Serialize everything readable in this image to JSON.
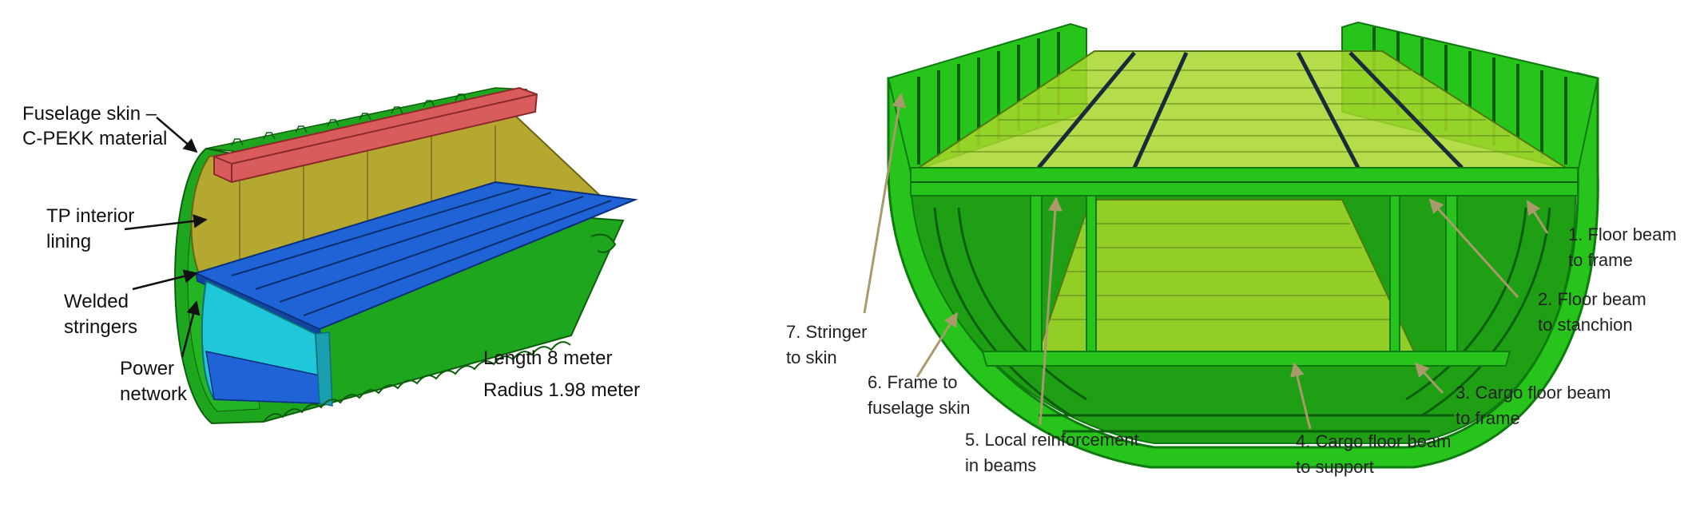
{
  "left_figure": {
    "labels": {
      "skin_line1": "Fuselage  skin  –",
      "skin_line2": "C-PEKK material",
      "lining_line1": "TP interior",
      "lining_line2": "lining",
      "stringers_line1": "Welded",
      "stringers_line2": "stringers",
      "power_line1": "Power",
      "power_line2": "network",
      "length": "Length 8 meter",
      "radius": "Radius 1.98 meter"
    },
    "colors": {
      "skin": "#1fa61f",
      "lining": "#b5a830",
      "floor": "#1f63d6",
      "duct": "#d95c5c",
      "cargo": "#20c7d8"
    }
  },
  "right_figure": {
    "labels": {
      "l1_line1": "1. Floor beam",
      "l1_line2": "to frame",
      "l2_line1": "2. Floor beam",
      "l2_line2": "to stanchion",
      "l3_line1": "3. Cargo floor beam",
      "l3_line2": "to frame",
      "l4_line1": "4. Cargo floor beam",
      "l4_line2": "to support",
      "l5_line1": "5. Local reinforcement",
      "l5_line2": "in beams",
      "l6_line1": "6. Frame to",
      "l6_line2": "fuselage skin",
      "l7_line1": "7. Stringer",
      "l7_line2": "to skin"
    },
    "colors": {
      "structure": "#27c41b",
      "structure_dark": "#0f7a0f",
      "deck": "#a8d62a",
      "leader": "#a89a6a"
    }
  }
}
